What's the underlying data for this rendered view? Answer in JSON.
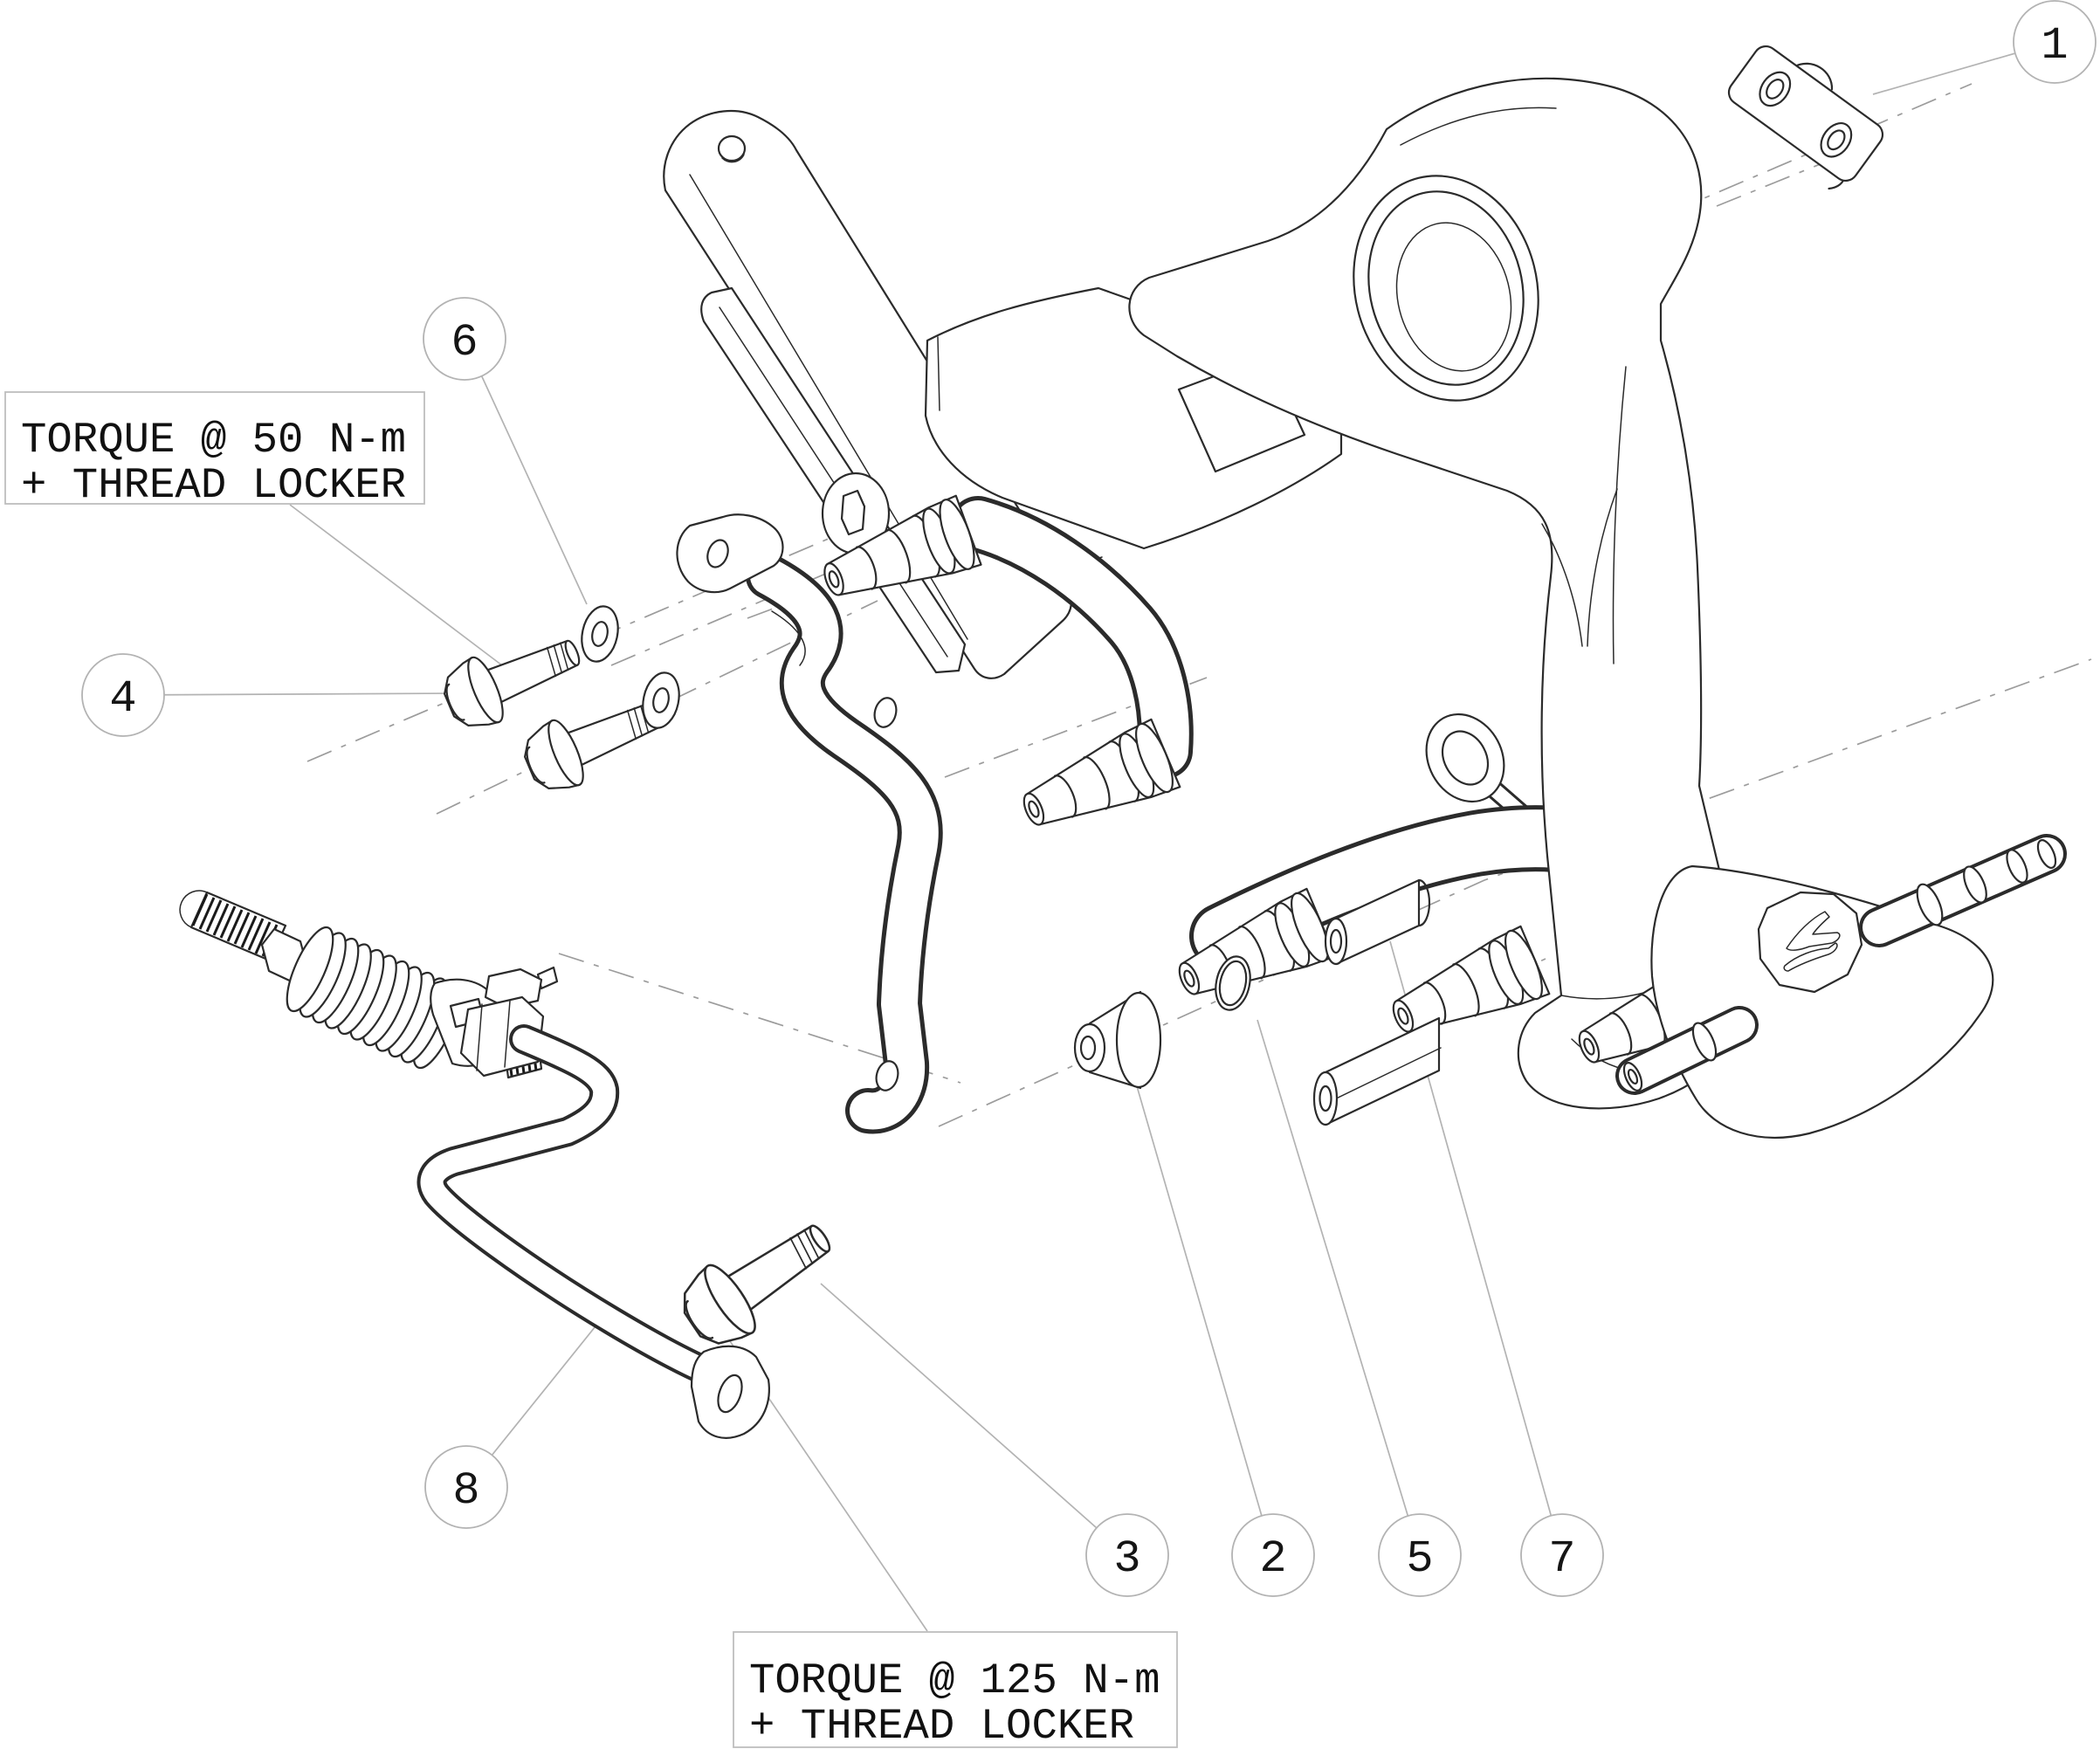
{
  "diagram": {
    "type": "exploded-parts-diagram",
    "subject": "footrest-hanger-and-gear-linkage-assembly",
    "background_color": "#ffffff",
    "line_color": "#2b2b2b",
    "leader_color": "#b3b3b3",
    "axis_color": "#9c9c9c",
    "logo_icon": "triumph-wings-icon",
    "callouts": [
      {
        "number": "1"
      },
      {
        "number": "2"
      },
      {
        "number": "3"
      },
      {
        "number": "4"
      },
      {
        "number": "5"
      },
      {
        "number": "6"
      },
      {
        "number": "7"
      },
      {
        "number": "8"
      }
    ],
    "notes": [
      {
        "line1": "TORQUE @ 50 N-m",
        "line2": "+ THREAD LOCKER"
      },
      {
        "line1": "TORQUE @ 125 N-m",
        "line2": "+ THREAD LOCKER"
      }
    ]
  }
}
